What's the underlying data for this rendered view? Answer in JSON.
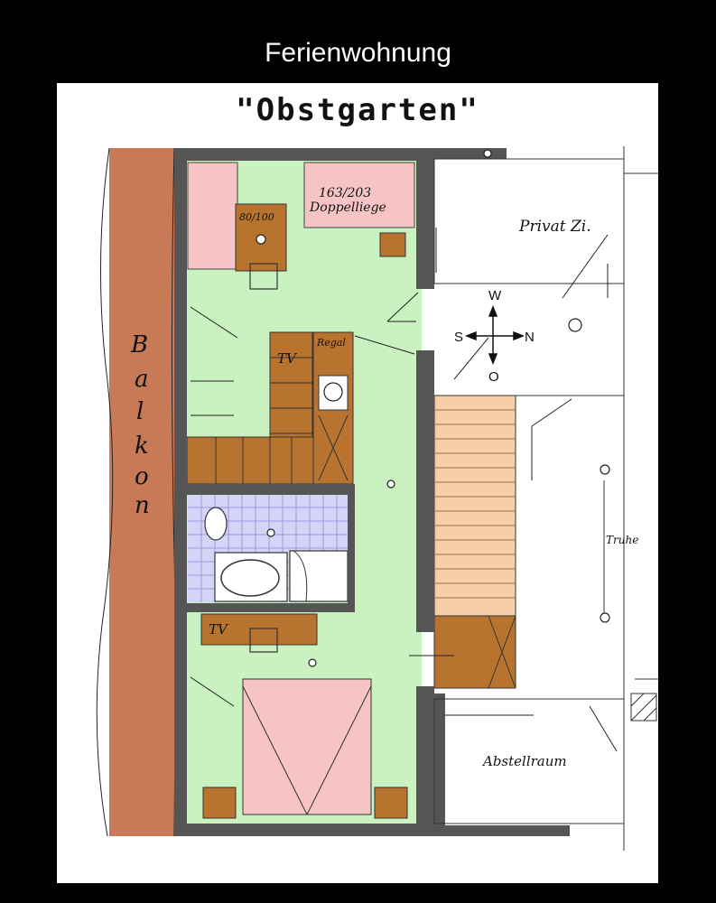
{
  "header": {
    "title": "Ferienwohnung"
  },
  "plan": {
    "subtitle": "\"Obstgarten\"",
    "balcony_letters": [
      "B",
      "a",
      "l",
      "k",
      "o",
      "n"
    ],
    "labels": {
      "double_bed": "163/203",
      "double_bed_type": "Doppelliege",
      "small_table": "80/100",
      "private_room": "Privat Zi.",
      "tv_1": "TV",
      "tv_2": "TV",
      "shelf": "Regal",
      "chest": "Truhe",
      "storage": "Abstellraum"
    },
    "compass": {
      "north": "N",
      "south": "S",
      "west": "W",
      "east": "O"
    },
    "colors": {
      "balcony": "#c77a55",
      "living": "#c9f2c0",
      "bed": "#f6c4c4",
      "furniture": "#b8732f",
      "stairs": "#f6cfa8",
      "bath_tile": "#c7c7f2",
      "wall": "#555555"
    }
  }
}
